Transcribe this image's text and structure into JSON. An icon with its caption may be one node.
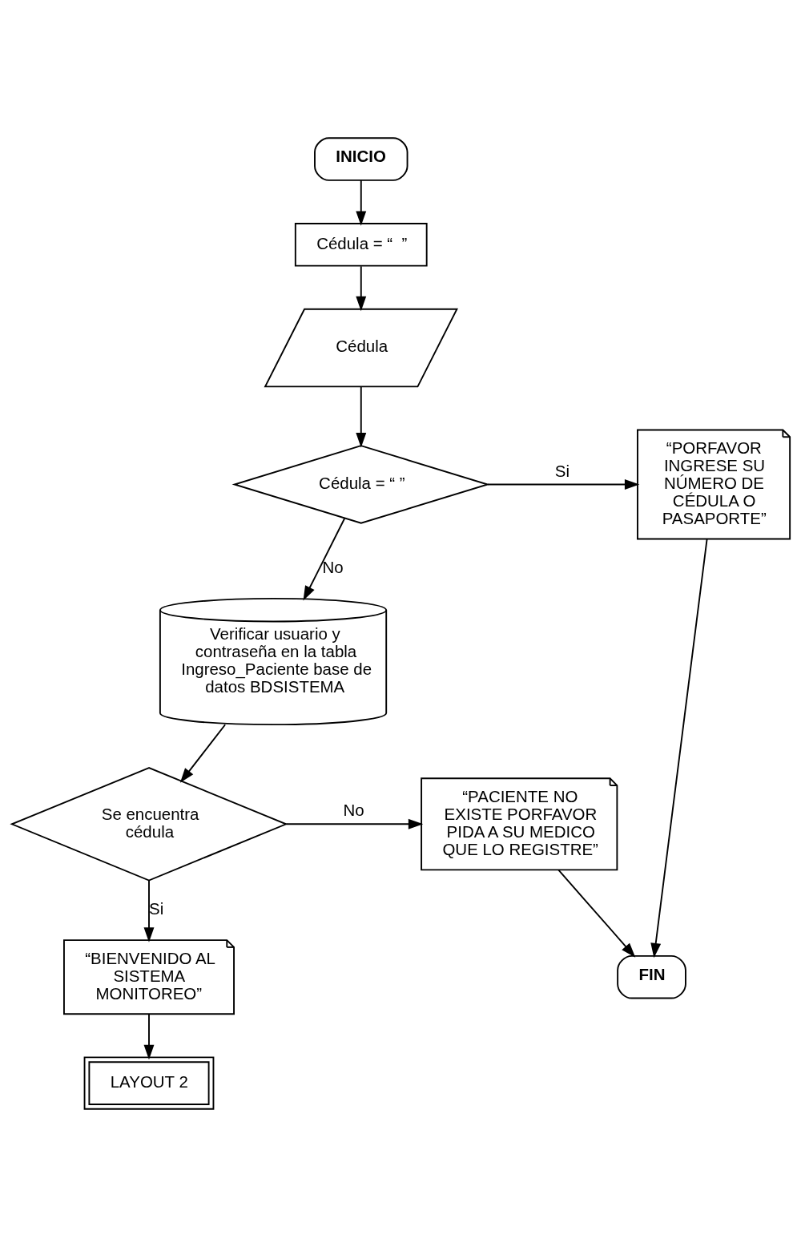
{
  "diagram": {
    "nodes": [
      {
        "text": [
          "INICIO"
        ]
      },
      {
        "text": [
          "Cédula = “  ”"
        ]
      },
      {
        "text": [
          "Cédula"
        ]
      },
      {
        "text": [
          "Cédula = “ ”"
        ]
      },
      {
        "text": [
          "“PORFAVOR INGRESE SU NÚMERO DE CÉDULA O PASAPORTE”"
        ]
      },
      {
        "text": [
          "Verificar usuario y contraseña en la tabla Ingreso_Paciente base de datos BDSISTEMA"
        ]
      },
      {
        "text": [
          "Se encuentra cédula"
        ]
      },
      {
        "text": [
          "“PACIENTE NO EXISTE PORFAVOR PIDA A SU MEDICO QUE LO REGISTRE”"
        ]
      },
      {
        "text": [
          "“BIENVENIDO AL SISTEMA MONITOREO”"
        ]
      },
      {
        "text": [
          "FIN"
        ]
      },
      {
        "text": [
          "LAYOUT 2"
        ]
      }
    ],
    "edges": [
      {
        "from": 0,
        "to": 1,
        "arrow": "to"
      },
      {
        "from": 1,
        "to": 2,
        "arrow": "to"
      },
      {
        "from": 2,
        "to": 3,
        "arrow": "to"
      },
      {
        "from": 3,
        "to": 4,
        "label": "Si",
        "arrow": "to"
      },
      {
        "from": 3,
        "to": 5,
        "label": "No",
        "arrow": "to"
      },
      {
        "from": 5,
        "to": 6,
        "arrow": "to"
      },
      {
        "from": 6,
        "to": 7,
        "label": "No",
        "arrow": "to"
      },
      {
        "from": 6,
        "to": 8,
        "label": "Si",
        "arrow": "to"
      },
      {
        "from": 8,
        "to": 10,
        "arrow": "to"
      },
      {
        "from": 4,
        "to": 9,
        "arrow": "to"
      },
      {
        "from": 7,
        "to": 9,
        "arrow": "to"
      }
    ]
  }
}
